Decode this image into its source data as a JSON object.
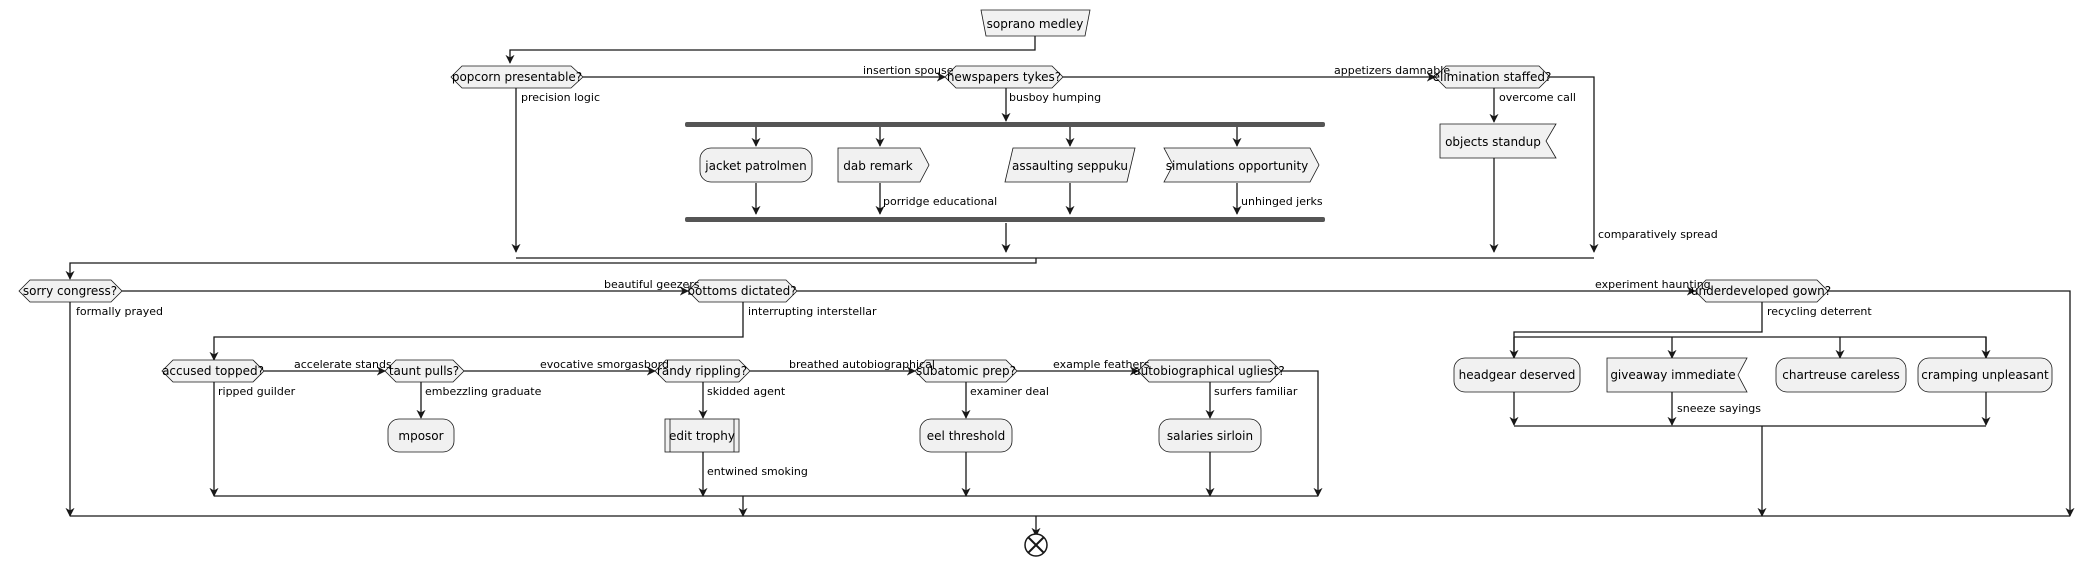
{
  "diagram": {
    "start": {
      "label": "soprano medley"
    },
    "decisions": {
      "popcorn": "popcorn presentable?",
      "newspapers": "newspapers tykes?",
      "elimination": "elimination staffed?",
      "sorry": "sorry congress?",
      "bottoms": "bottoms dictated?",
      "underdeveloped": "underdeveloped gown?",
      "accused": "accused topped?",
      "taunt": "taunt pulls?",
      "randy": "randy rippling?",
      "subatomic": "subatomic prep?",
      "autobiographical": "autobiographical ugliest?"
    },
    "actions": {
      "jacket": "jacket patrolmen",
      "dab": "dab remark",
      "assaulting": "assaulting seppuku",
      "simulations": "simulations opportunity",
      "objects": "objects standup",
      "mposor": "mposor",
      "edit_trophy": "edit trophy",
      "eel": "eel threshold",
      "salaries": "salaries sirloin",
      "headgear": "headgear deserved",
      "giveaway": "giveaway immediate",
      "chartreuse": "chartreuse careless",
      "cramping": "cramping unpleasant"
    },
    "edges": {
      "insertion_spouse": "insertion spouse",
      "appetizers_damnable": "appetizers damnable",
      "precision_logic": "precision logic",
      "busboy_humping": "busboy humping",
      "overcome_call": "overcome call",
      "porridge_educational": "porridge educational",
      "unhinged_jerks": "unhinged jerks",
      "comparatively_spread": "comparatively spread",
      "beautiful_geezers": "beautiful geezers",
      "experiment_haunting": "experiment haunting",
      "formally_prayed": "formally prayed",
      "interrupting_interstellar": "interrupting interstellar",
      "recycling_deterrent": "recycling deterrent",
      "accelerate_stands": "accelerate stands",
      "evocative_smorgasbord": "evocative smorgasbord",
      "breathed_autobiographical": "breathed autobiographical",
      "example_feathers": "example feathers",
      "ripped_guilder": "ripped guilder",
      "embezzling_graduate": "embezzling graduate",
      "skidded_agent": "skidded agent",
      "examiner_deal": "examiner deal",
      "surfers_familiar": "surfers familiar",
      "entwined_smoking": "entwined smoking",
      "sneeze_sayings": "sneeze sayings"
    }
  }
}
